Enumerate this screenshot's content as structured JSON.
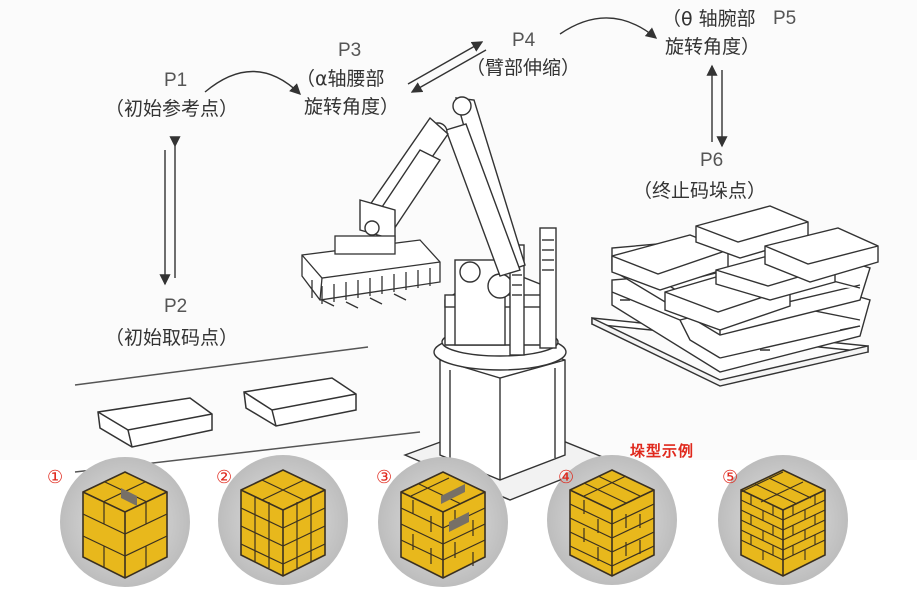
{
  "points": {
    "p1": {
      "name": "P1",
      "desc": "（初始参考点）"
    },
    "p2": {
      "name": "P2",
      "desc": "（初始取码点）"
    },
    "p3": {
      "name": "P3",
      "desc1": "（α轴腰部",
      "desc2": "旋转角度）"
    },
    "p4": {
      "name": "P4",
      "desc": "（臂部伸缩）"
    },
    "p5": {
      "name": "P5",
      "desc1": "（θ 轴腕部",
      "desc2": "旋转角度）"
    },
    "p6": {
      "name": "P6",
      "desc": "（终止码垛点）"
    }
  },
  "patterns": {
    "title": "垛型示例",
    "items": [
      {
        "num": "①"
      },
      {
        "num": "②"
      },
      {
        "num": "③"
      },
      {
        "num": "④"
      },
      {
        "num": "⑤"
      }
    ]
  },
  "colors": {
    "block": "#e8b81c",
    "block_line": "#3a3020",
    "marker": "#777066",
    "circle_bg": "#d0d0d0",
    "accent_red": "#e0281c",
    "line": "#333333"
  }
}
